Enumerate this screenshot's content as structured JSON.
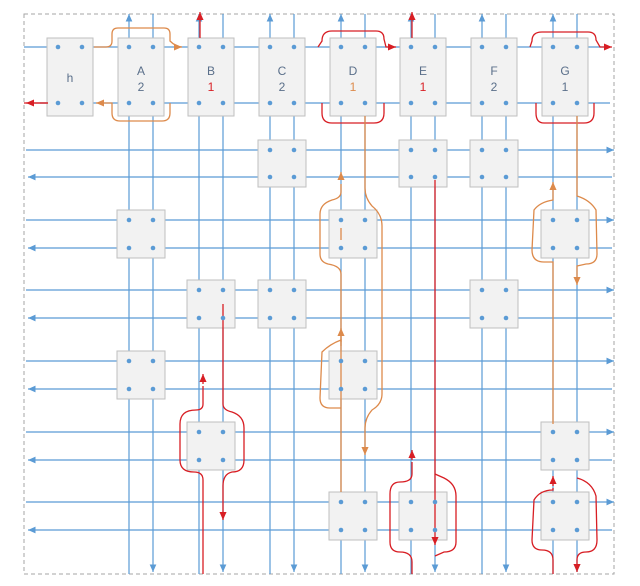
{
  "colors": {
    "blue": "#5b9bd5",
    "orange": "#dd8a4b",
    "red": "#d81e24",
    "box_fill": "#f2f2f2",
    "box_stroke": "#bfbfbf",
    "border": "#a6a6a6",
    "label": "#5a6f8a"
  },
  "header_nodes": [
    {
      "id": "h",
      "name": "h",
      "value": "",
      "value_color": "label"
    },
    {
      "id": "A",
      "name": "A",
      "value": "2",
      "value_color": "label"
    },
    {
      "id": "B",
      "name": "B",
      "value": "1",
      "value_color": "red"
    },
    {
      "id": "C",
      "name": "C",
      "value": "2",
      "value_color": "label"
    },
    {
      "id": "D",
      "name": "D",
      "value": "1",
      "value_color": "orange"
    },
    {
      "id": "E",
      "name": "E",
      "value": "1",
      "value_color": "red"
    },
    {
      "id": "F",
      "name": "F",
      "value": "2",
      "value_color": "label"
    },
    {
      "id": "G",
      "name": "G",
      "value": "1",
      "value_color": "label"
    }
  ]
}
